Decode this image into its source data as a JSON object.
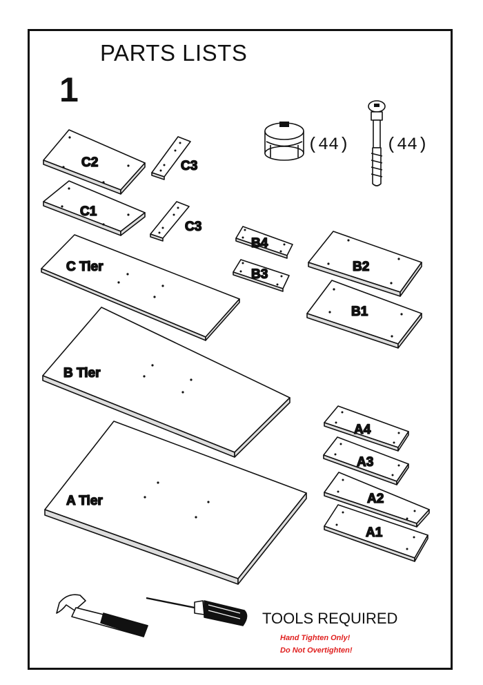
{
  "header": {
    "title": "PARTS LISTS",
    "step": "1"
  },
  "parts": {
    "C2": "C2",
    "C1": "C1",
    "C3": "C3",
    "C_tier": "C Tier",
    "B_tier": "B Tier",
    "A_tier": "A Tier",
    "B4": "B4",
    "B3": "B3",
    "B2": "B2",
    "B1": "B1",
    "A4": "A4",
    "A3": "A3",
    "A2": "A2",
    "A1": "A1"
  },
  "hardware": {
    "cam_lock_qty": "(44)",
    "cam_bolt_qty": "(44)"
  },
  "footer": {
    "tools_required": "TOOLS REQUIRED",
    "note_1": "Hand Tighten Only!",
    "note_2": "Do Not Overtighten!"
  },
  "colors": {
    "line": "#111111",
    "warning": "#e0201f"
  },
  "tool_icons": [
    "hammer-icon",
    "screwdriver-icon"
  ]
}
